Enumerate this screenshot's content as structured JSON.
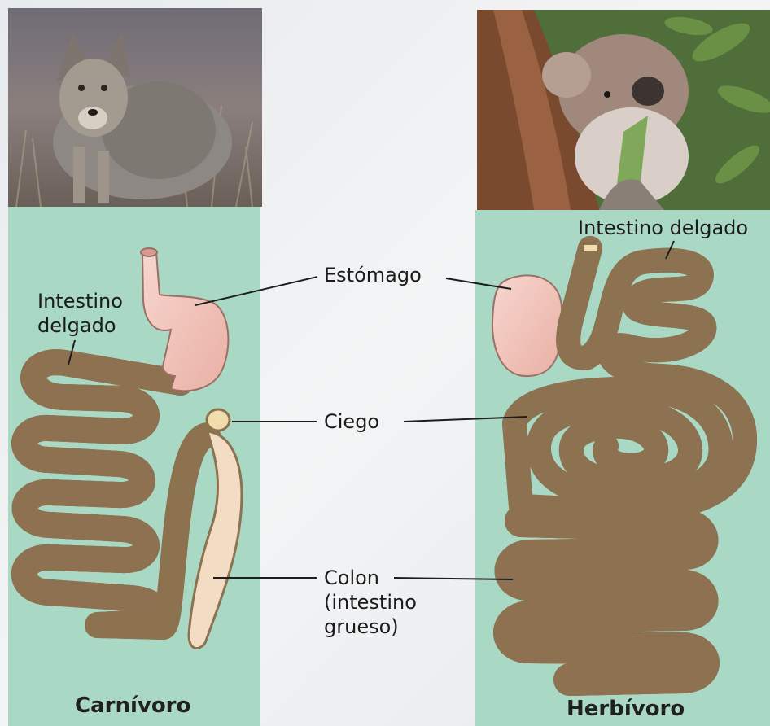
{
  "labels": {
    "stomach": "Estómago",
    "cecum": "Ciego",
    "colon": "Colon",
    "colon_note_1": "(intestino",
    "colon_note_2": "grueso)",
    "small_intestine_left_1": "Intestino",
    "small_intestine_left_2": "delgado",
    "small_intestine_right": "Intestino delgado"
  },
  "captions": {
    "carnivore": "Carnívoro",
    "herbivore": "Herbívoro"
  },
  "colors": {
    "panel_background": "#a9d9c4",
    "intestine_fill": "#f1dcae",
    "intestine_outline": "#9b7f55",
    "stomach_fill": "#f4c8bf",
    "colon_fill": "#f2dcc4"
  }
}
